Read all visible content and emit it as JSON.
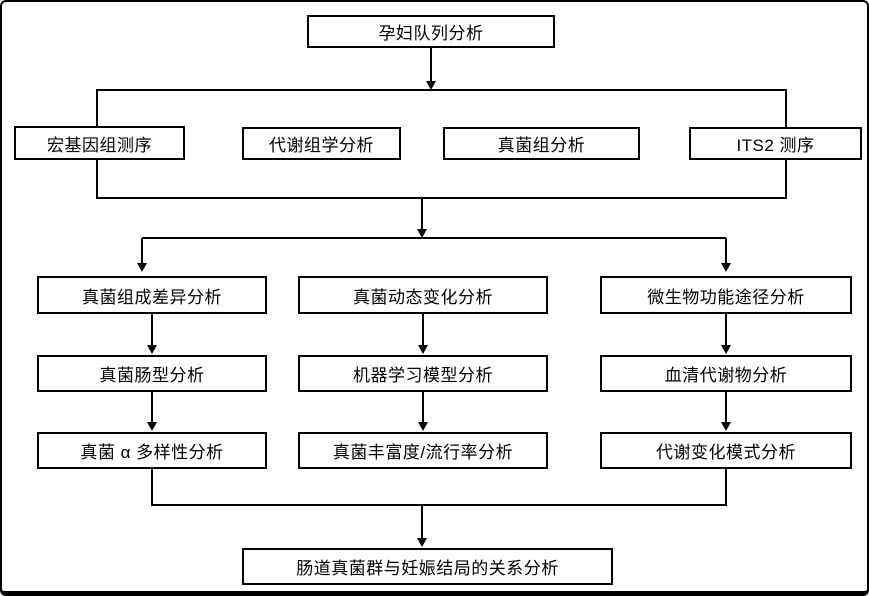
{
  "flowchart": {
    "title_box": "孕妇队列分析",
    "methods_row": [
      {
        "label": "宏基因组测序"
      },
      {
        "label": "代谢组学分析"
      },
      {
        "label": "真菌组分析"
      },
      {
        "label": "ITS2 测序"
      }
    ],
    "columns": [
      {
        "boxes": [
          "真菌组成差异分析",
          "真菌肠型分析",
          "真菌 α 多样性分析"
        ]
      },
      {
        "boxes": [
          "真菌动态变化分析",
          "机器学习模型分析",
          "真菌丰富度/流行率分析"
        ]
      },
      {
        "boxes": [
          "微生物功能途径分析",
          "血清代谢物分析",
          "代谢变化模式分析"
        ]
      }
    ],
    "final_box": "肠道真菌群与妊娠结局的关系分析",
    "edges": [
      "孕妇队列分析 -> [宏基因组测序, 代谢组学分析, 真菌组分析, ITS2 测序]",
      "[宏基因组测序, 代谢组学分析, 真菌组分析, ITS2 测序] -> 三条分析路线",
      "真菌组成差异分析 -> 真菌肠型分析 -> 真菌 α 多样性分析",
      "真菌动态变化分析 -> 机器学习模型分析 -> 真菌丰富度/流行率分析",
      "微生物功能途径分析 -> 血清代谢物分析 -> 代谢变化模式分析",
      "三条分析路线 -> 肠道真菌群与妊娠结局的关系分析"
    ]
  },
  "colors": {
    "line": "#000000",
    "box_border": "#000000",
    "box_fill": "#ffffff",
    "background": "#ffffff"
  }
}
